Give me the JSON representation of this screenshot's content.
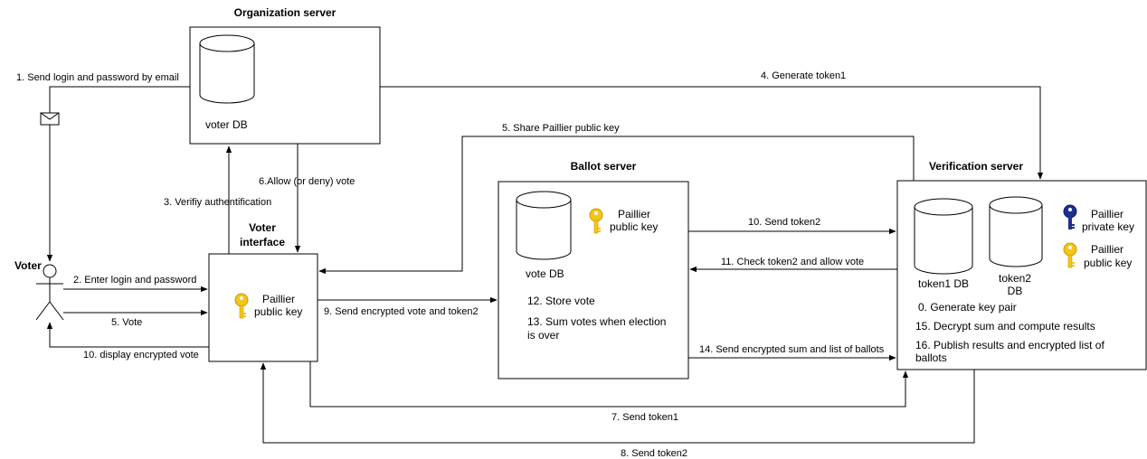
{
  "colors": {
    "stroke": "#000000",
    "background": "#ffffff",
    "key_gold": "#f5c518",
    "key_blue": "#1f2f8f"
  },
  "actor": {
    "label": "Voter",
    "icon": "stick-figure-icon"
  },
  "organization_server": {
    "title": "Organization server",
    "db_label": "voter DB"
  },
  "voter_interface": {
    "title_line1": "Voter",
    "title_line2": "interface",
    "key_line1": "Paillier",
    "key_line2": "public key",
    "key_icon": "key-gold-icon"
  },
  "ballot_server": {
    "title": "Ballot server",
    "db_label": "vote DB",
    "key_line1": "Paillier",
    "key_line2": "public key",
    "step12": "12. Store vote",
    "step13_line1": "13. Sum votes when election",
    "step13_line2": "is over"
  },
  "verification_server": {
    "title": "Verification server",
    "db1_label": "token1 DB",
    "db2_line1": "token2",
    "db2_line2": "DB",
    "private_key_line1": "Paillier",
    "private_key_line2": "private key",
    "public_key_line1": "Paillier",
    "public_key_line2": "public key",
    "step0": "0. Generate key pair",
    "step15": "15. Decrypt sum and compute results",
    "step16_line1": "16. Publish results and encrypted list of",
    "step16_line2": "ballots"
  },
  "edges": {
    "e1": "1. Send login and password by email",
    "e2": "2. Enter login and password",
    "e3": "3. Verifiy authentification",
    "e4": "4. Generate token1",
    "e5": "5. Share Paillier public key",
    "e5vote": "5. Vote",
    "e6": "6.Allow (or deny) vote",
    "e7": "7. Send token1",
    "e8": "8. Send token2",
    "e9": "9. Send encrypted vote and token2",
    "e10": "10. Send token2",
    "e10display": "10. display encrypted vote",
    "e11": "11. Check token2 and allow vote",
    "e14": "14. Send encrypted sum and list of ballots"
  }
}
